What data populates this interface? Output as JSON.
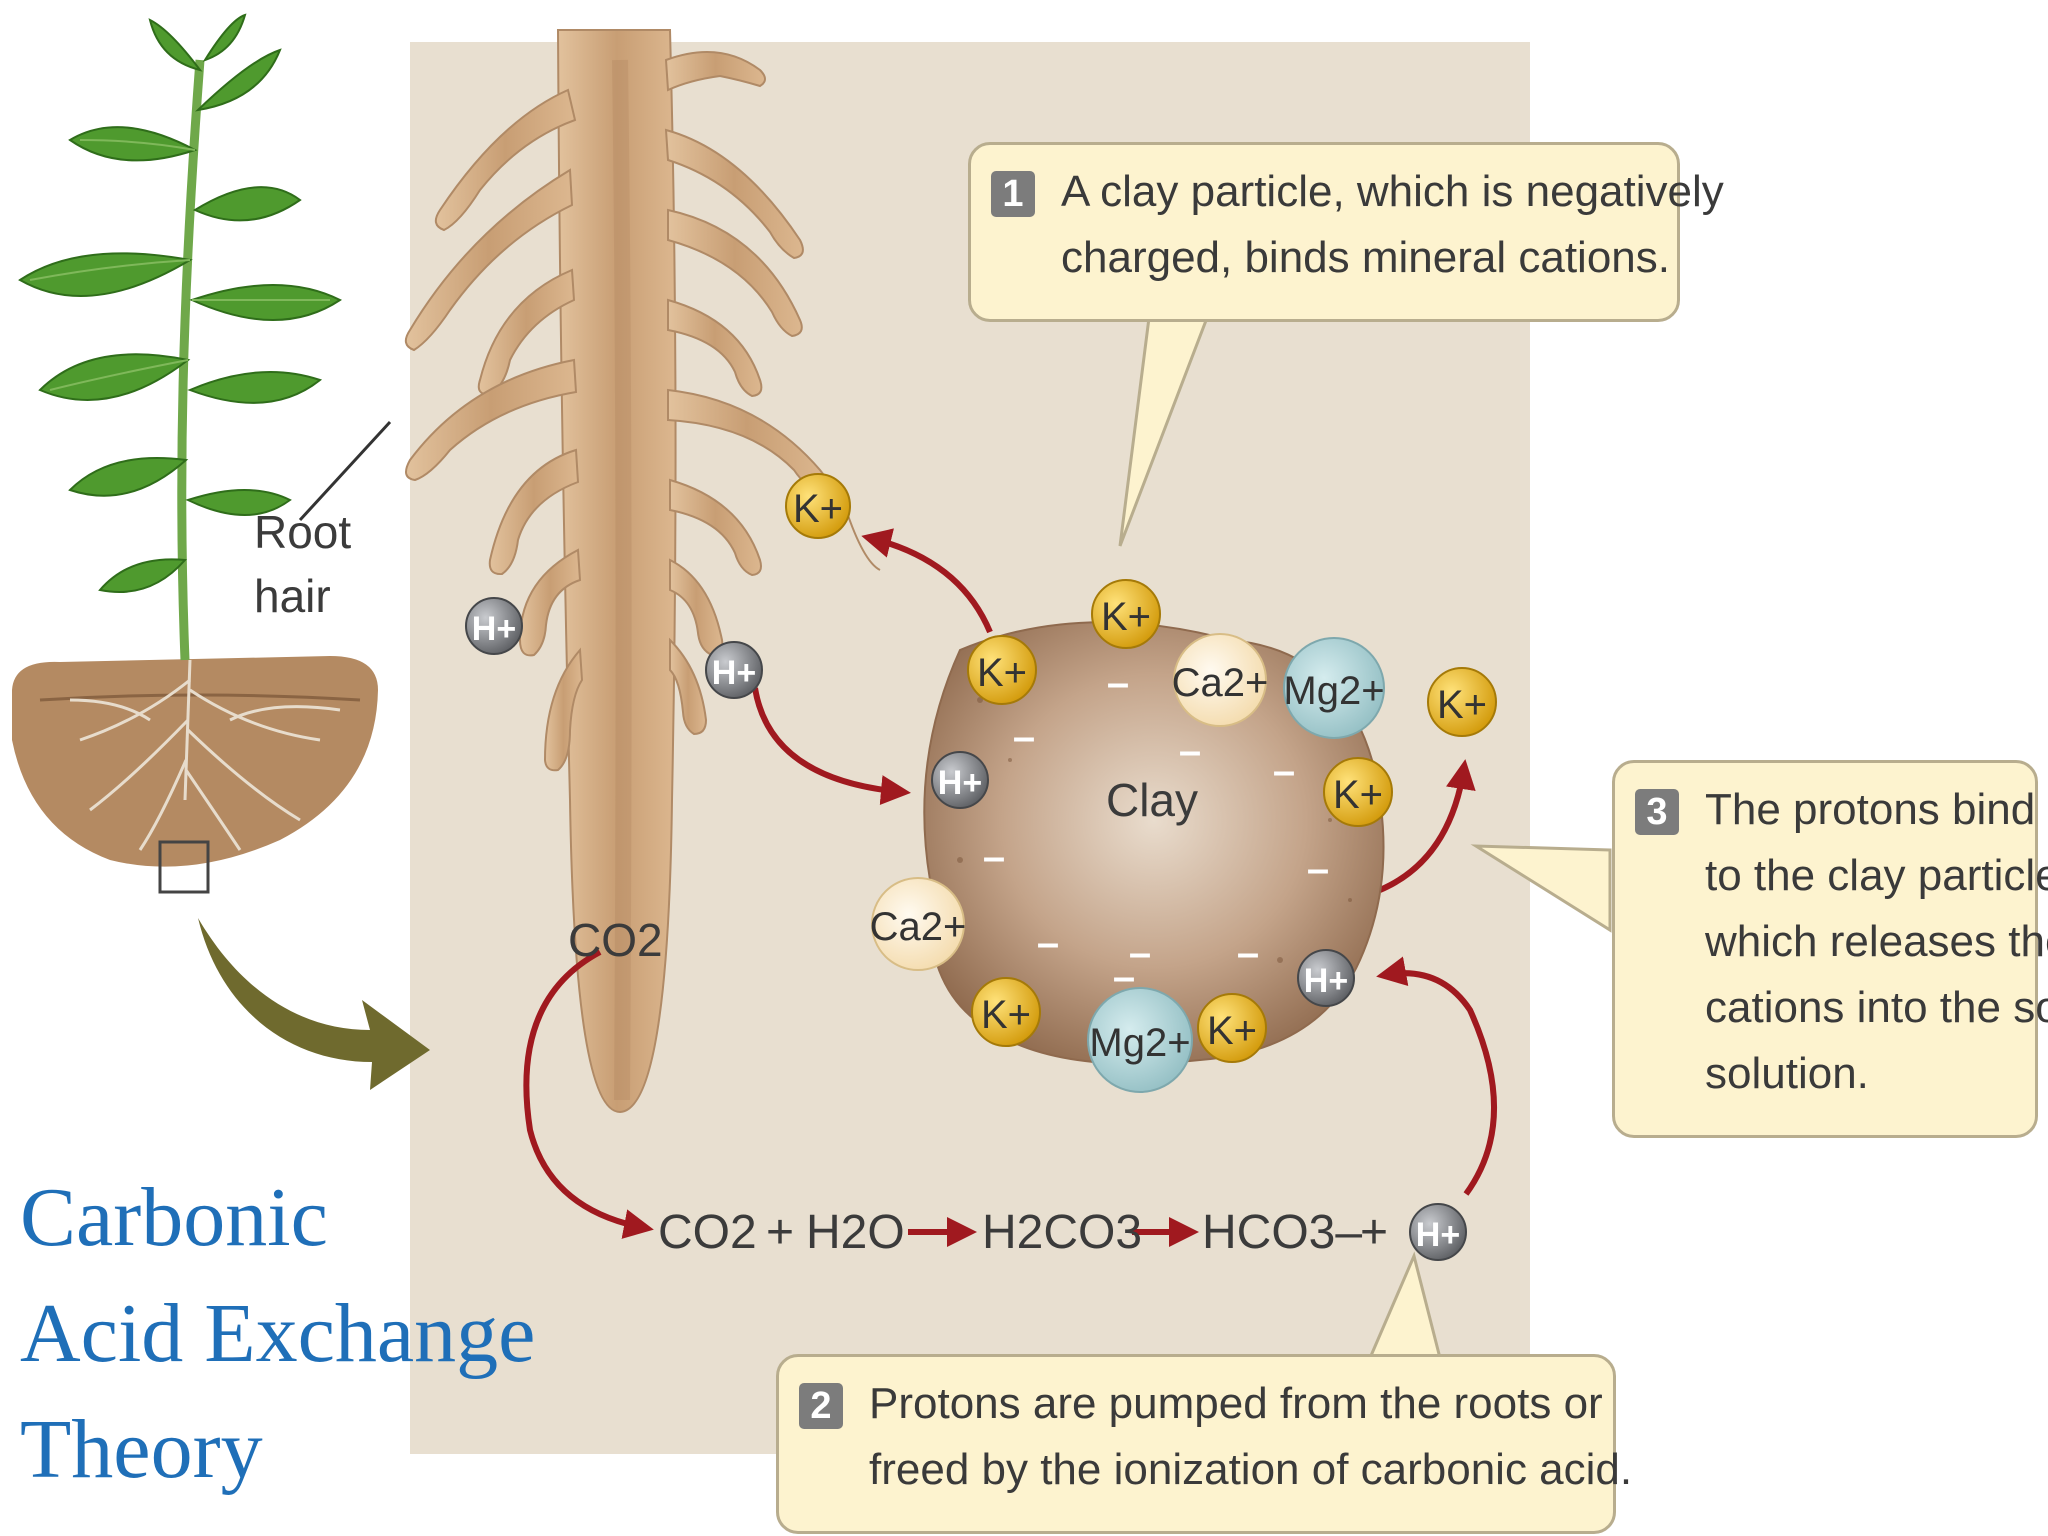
{
  "callouts": [
    {
      "number": "1",
      "lines": [
        "A clay particle, which is negatively",
        "charged, binds mineral cations."
      ]
    },
    {
      "number": "2",
      "lines": [
        "Protons are pumped from the roots or",
        "freed by the ionization of carbonic acid."
      ]
    },
    {
      "number": "3",
      "lines": [
        "The protons bind",
        "to the clay particle,",
        "which releases the",
        "cations into the soil",
        "solution."
      ]
    }
  ],
  "labels": {
    "root_hair": [
      "Root",
      "hair"
    ],
    "clay": "Clay",
    "root_co2": "CO2"
  },
  "ions": {
    "potassium": "K+",
    "calcium": "Ca2+",
    "magnesium": "Mg2+",
    "hydrogen": "H+",
    "clay_charge": "–"
  },
  "equation": [
    "CO2",
    "+",
    "H2O",
    "H2CO3",
    "HCO3–",
    "+",
    "H+"
  ],
  "title": [
    "Carbonic",
    "Acid Exchange",
    "Theory"
  ],
  "colors": {
    "panel": "#e8dfd0",
    "root": "#d8b489",
    "root_shade": "#b8916a",
    "clay": "#b08b6e",
    "potassium": "#e6b422",
    "calcium": "#fbe8c4",
    "magnesium": "#a9cdd1",
    "hydrogen": "#8d8f93",
    "arrow": "#a0191f",
    "callout": "#fdf3cf",
    "title": "#1f6fb8",
    "leaf": "#4f9a2e",
    "soil": "#b48a62"
  }
}
